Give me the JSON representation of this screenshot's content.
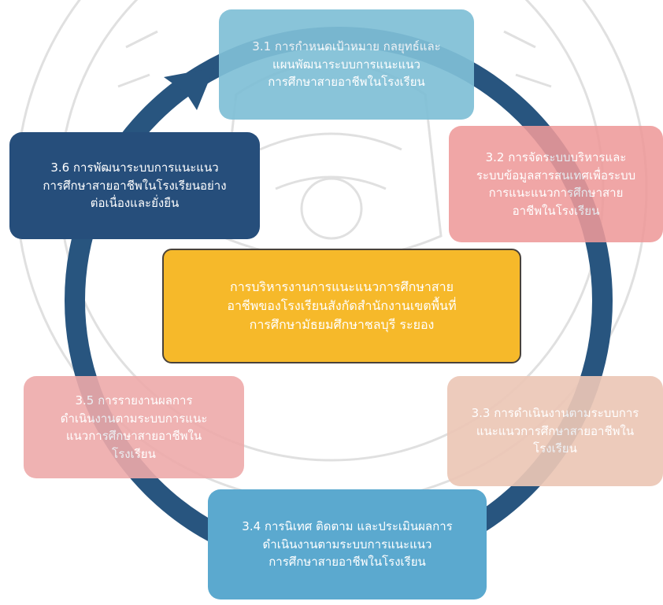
{
  "colors": {
    "cycle_ring": "#28557f",
    "box_31": "#7fbfd6",
    "box_32": "#ee9a9a",
    "box_33": "#ecc7b6",
    "box_34": "#5ba9cf",
    "box_35": "#eeaaaa",
    "box_36": "#264e7b",
    "center": "#f6b92a"
  },
  "center": {
    "text": "การบริหารงานการแนะแนวการศึกษาสาย\nอาชีพของโรงเรียนสังกัดสำนักงานเขตพื้นที่\nการศึกษามัธยมศึกษาชลบุรี ระยอง"
  },
  "steps": [
    {
      "id": "3.1",
      "text": "3.1 การกำหนดเป้าหมาย กลยุทธ์และ\nแผนพัฒนาระบบการแนะแนว\nการศึกษาสายอาชีพในโรงเรียน"
    },
    {
      "id": "3.2",
      "text": "3.2 การจัดระบบบริหารและ\nระบบข้อมูลสารสนเทศเพื่อระบบ\nการแนะแนวการศึกษาสาย\nอาชีพในโรงเรียน"
    },
    {
      "id": "3.3",
      "text": "3.3 การดำเนินงานตามระบบการ\nแนะแนวการศึกษาสายอาชีพใน\nโรงเรียน"
    },
    {
      "id": "3.4",
      "text": "3.4 การนิเทศ ติดตาม และประเมินผลการ\nดำเนินงานตามระบบการแนะแนว\nการศึกษาสายอาชีพในโรงเรียน"
    },
    {
      "id": "3.5",
      "text": "3.5 การรายงานผลการ\nดำเนินงานตามระบบการแนะ\nแนวการศึกษาสายอาชีพใน\nโรงเรียน"
    },
    {
      "id": "3.6",
      "text": "3.6 การพัฒนาระบบการแนะแนว\nการศึกษาสายอาชีพในโรงเรียนอย่าง\nต่อเนื่องและยั่งยืน"
    }
  ]
}
